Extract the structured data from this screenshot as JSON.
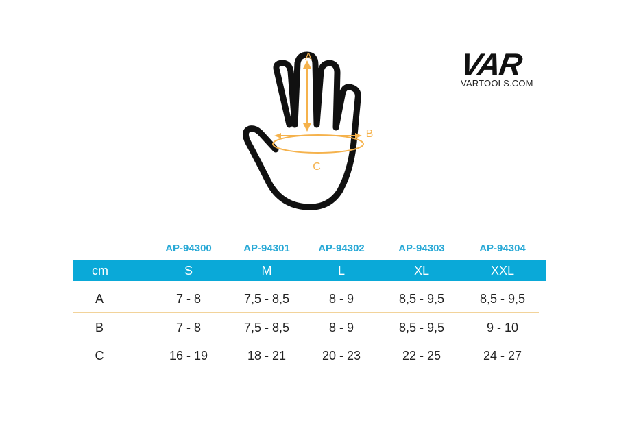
{
  "diagram": {
    "labels": {
      "a": "A",
      "b": "B",
      "c": "C"
    },
    "colors": {
      "outline": "#111111",
      "accent": "#f5b24c"
    }
  },
  "logo": {
    "mark": "VAR",
    "url": "VARTOOLS.COM"
  },
  "table": {
    "codes": [
      "AP-94300",
      "AP-94301",
      "AP-94302",
      "AP-94303",
      "AP-94304"
    ],
    "unit": "cm",
    "sizes": [
      "S",
      "M",
      "L",
      "XL",
      "XXL"
    ],
    "rows": [
      {
        "label": "A",
        "values": [
          "7 - 8",
          "7,5 - 8,5",
          "8 - 9",
          "8,5 - 9,5",
          "8,5 - 9,5"
        ]
      },
      {
        "label": "B",
        "values": [
          "7 - 8",
          "7,5 - 8,5",
          "8 - 9",
          "8,5 - 9,5",
          "9 - 10"
        ]
      },
      {
        "label": "C",
        "values": [
          "16 - 19",
          "18 - 21",
          "20 - 23",
          "22 - 25",
          "24 - 27"
        ]
      }
    ],
    "colors": {
      "header_bg": "#0aa9d8",
      "code_text": "#29a9d6",
      "separator": "#f2d39a"
    }
  }
}
